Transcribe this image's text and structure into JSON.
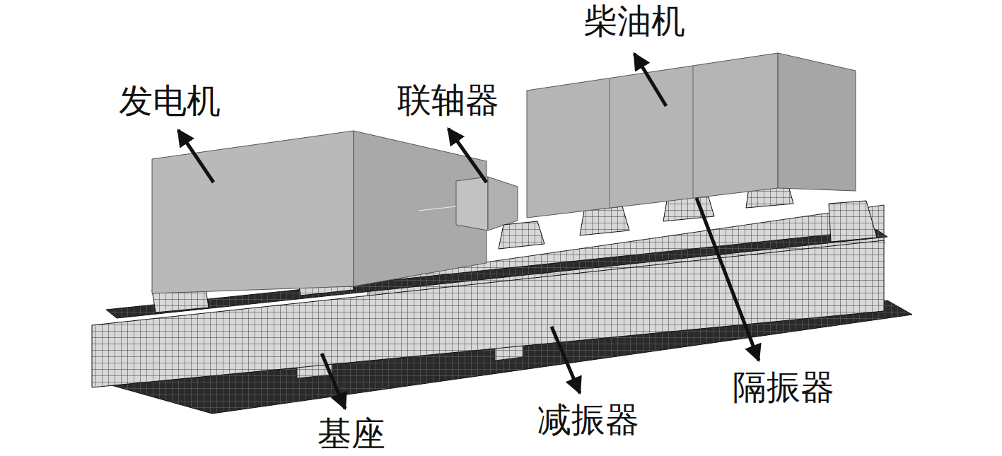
{
  "diagram": {
    "labels": [
      "柴油机",
      "发电机",
      "联轴器",
      "隔振器",
      "减振器",
      "基座"
    ]
  }
}
